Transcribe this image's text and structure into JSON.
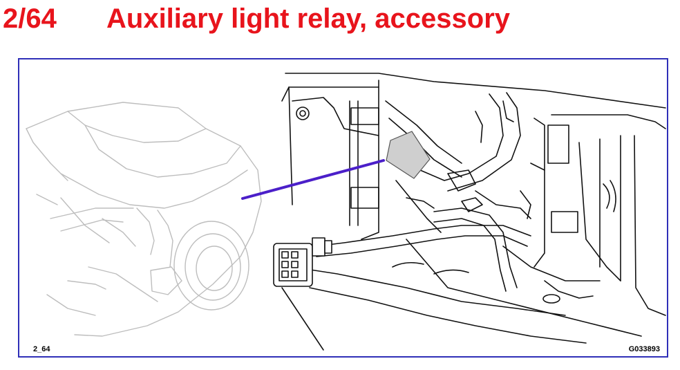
{
  "header": {
    "code": "2/64",
    "title": "Auxiliary light relay, accessory"
  },
  "figure": {
    "ref_left": "2_64",
    "ref_right": "G033893"
  },
  "colors": {
    "title": "#e8141c",
    "frame": "#2f2fb8",
    "pointer": "#4b1fc9",
    "relay_fill": "#cfcfcf",
    "car_line": "#bdbdbd",
    "bay_line": "#111111"
  },
  "icons": {
    "car": "car-icon",
    "relay": "relay-icon",
    "connector": "connector-icon"
  }
}
